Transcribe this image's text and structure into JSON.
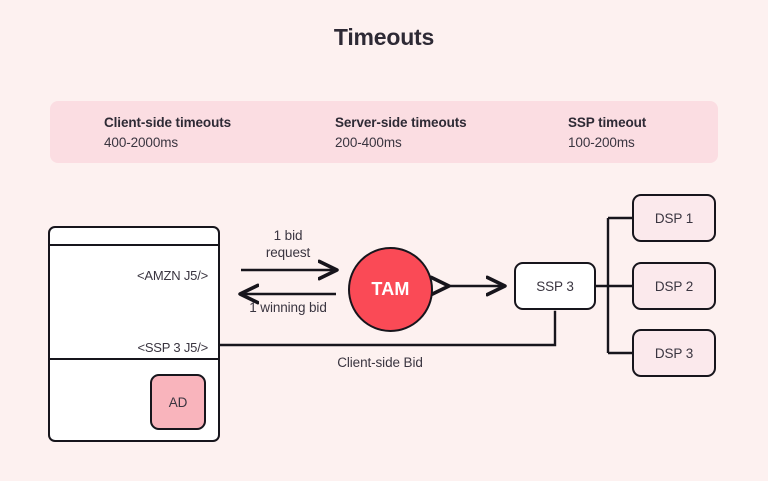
{
  "page": {
    "title": "Timeouts",
    "background_color": "#fdf1f0"
  },
  "banner": {
    "background_color": "#fbdde2",
    "columns": [
      {
        "heading": "Client-side timeouts",
        "value": "400-2000ms"
      },
      {
        "heading": "Server-side timeouts",
        "value": "200-400ms"
      },
      {
        "heading": "SSP timeout",
        "value": "100-200ms"
      }
    ]
  },
  "diagram": {
    "browser": {
      "tags": [
        {
          "label": "<AMZN J5/>"
        },
        {
          "label": "<SSP 3 J5/>"
        }
      ],
      "ad_slot": {
        "label": "AD",
        "color": "#f9b4bc"
      }
    },
    "tam": {
      "label": "TAM",
      "color": "#fa4a56",
      "text_color": "#ffffff"
    },
    "ssp": {
      "label": "SSP 3"
    },
    "dsps": [
      {
        "label": "DSP 1"
      },
      {
        "label": "DSP 2"
      },
      {
        "label": "DSP 3"
      }
    ],
    "edge_labels": {
      "bid_request": "1 bid\nrequest",
      "bid_request_line1": "1 bid",
      "bid_request_line2": "request",
      "winning_bid": "1 winning bid",
      "client_side_bid": "Client-side Bid"
    },
    "stroke_color": "#17151c"
  }
}
